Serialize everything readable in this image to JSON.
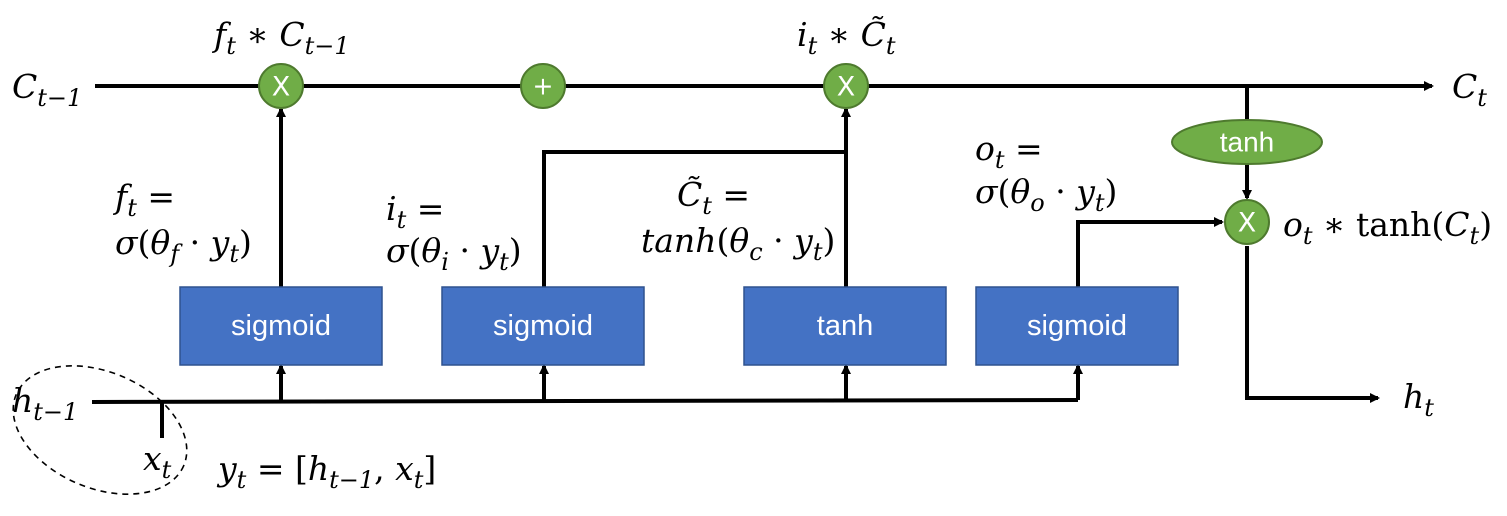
{
  "colors": {
    "gate_fill": "#4472c4",
    "op_fill": "#70ad47",
    "wire": "#000000",
    "text": "#000000"
  },
  "gates": {
    "forget": "sigmoid",
    "input": "sigmoid",
    "candidate": "tanh",
    "output": "sigmoid"
  },
  "ops": {
    "forget_mult": "X",
    "add": "+",
    "input_mult": "X",
    "output_mult": "X",
    "cell_tanh": "tanh"
  },
  "labels": {
    "c_prev": {
      "base": "C",
      "sub": "t−1"
    },
    "c_next": {
      "base": "C",
      "sub": "t"
    },
    "h_prev": {
      "base": "h",
      "sub": "t−1"
    },
    "h_next": {
      "base": "h",
      "sub": "t"
    },
    "x_t": {
      "base": "x",
      "sub": "t"
    },
    "forget_product": "f_t * C_{t-1}",
    "input_product": "i_t * C̃_t",
    "forget_eq_line1": "f_t =",
    "forget_eq_line2": "σ(θ_f · y_t)",
    "input_eq_line1": "i_t =",
    "input_eq_line2": "σ(θ_i · y_t)",
    "candidate_eq_line1": "C̃_t =",
    "candidate_eq_line2": "tanh(θ_c · y_t)",
    "output_eq_line1": "o_t =",
    "output_eq_line2": "σ(θ_o · y_t)",
    "output_product": "o_t * tanh(C_t)",
    "concat": "y_t = [h_{t-1}, x_t]"
  },
  "math_parts": {
    "times": "∗",
    "equals": "=",
    "dot": "·",
    "sigma": "σ",
    "theta": "θ",
    "lparen": "(",
    "rparen": ")",
    "tanh_fn": "tanh",
    "f": "f",
    "i": "i",
    "o": "o",
    "y": "y",
    "C": "C",
    "C_tilde": "C̃",
    "sub_t": "t",
    "sub_tm1": "t−1",
    "sub_f": "f",
    "sub_i": "i",
    "sub_c": "c",
    "sub_o": "o",
    "h": "h",
    "x": "x",
    "lbracket": "[",
    "rbracket": "]",
    "comma": ","
  }
}
